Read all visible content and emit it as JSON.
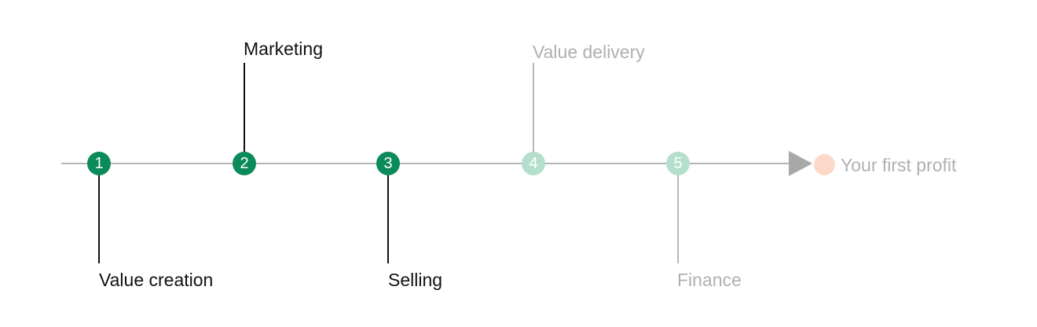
{
  "colors": {
    "active_node": "#0b8a5a",
    "inactive_node": "#b5dfcd",
    "active_text": "#111111",
    "inactive_text": "#b0b0b0",
    "active_line": "#111111",
    "inactive_line": "#b8b8b8",
    "goal_dot": "#fcd9c8",
    "axis": "#b6b6b6"
  },
  "steps": [
    {
      "number": "1",
      "label": "Value creation",
      "state": "active"
    },
    {
      "number": "2",
      "label": "Marketing",
      "state": "active"
    },
    {
      "number": "3",
      "label": "Selling",
      "state": "active"
    },
    {
      "number": "4",
      "label": "Value delivery",
      "state": "inactive"
    },
    {
      "number": "5",
      "label": "Finance",
      "state": "inactive"
    }
  ],
  "goal": {
    "label": "Your first profit"
  }
}
